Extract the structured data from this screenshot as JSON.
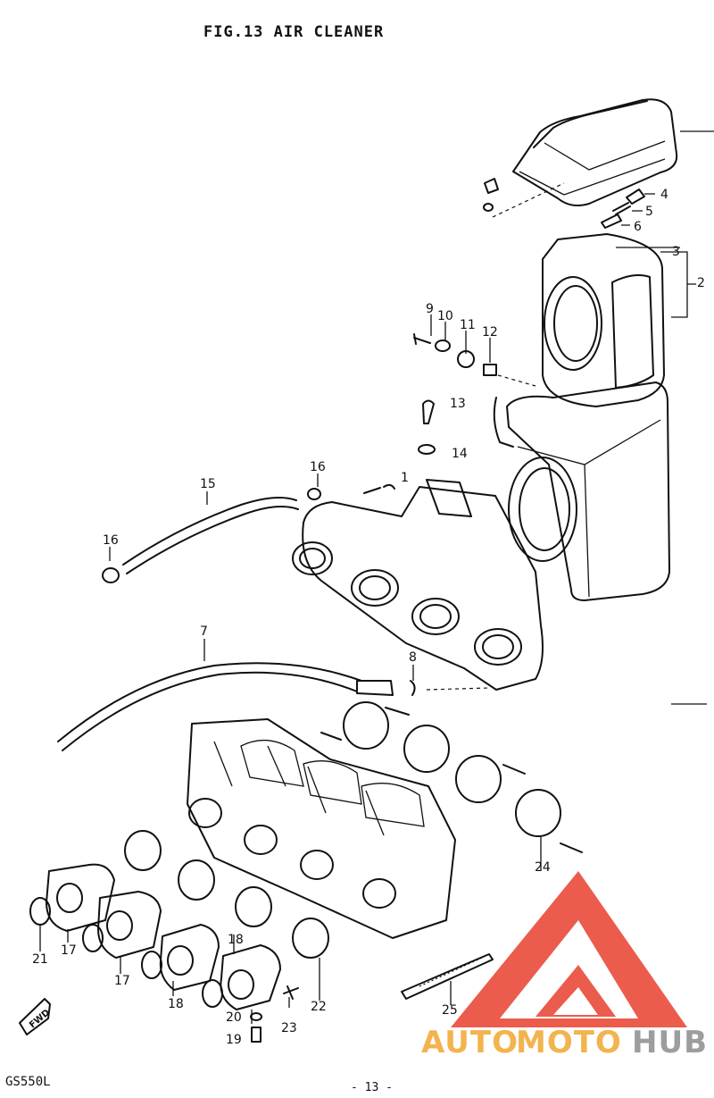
{
  "header": {
    "title": "FIG.13  AIR CLEANER"
  },
  "footer": {
    "ref": "GS550L",
    "page": "- 13 -"
  },
  "direction_label": "FWD",
  "watermark": {
    "brand_a": "AUTO",
    "brand_b": "MOTO",
    "brand_c": "HUB",
    "color_accent": "#e8402e",
    "color_orange": "#f2a62f",
    "color_grey": "#8c8c8c"
  },
  "callouts": {
    "n1": "1",
    "n2": "2",
    "n3": "3",
    "n4": "4",
    "n5": "5",
    "n6": "6",
    "n7": "7",
    "n8": "8",
    "n9": "9",
    "n10": "10",
    "n11": "11",
    "n12": "12",
    "n13": "13",
    "n14": "14",
    "n15": "15",
    "n16a": "16",
    "n16b": "16",
    "n17a": "17",
    "n17b": "17",
    "n18a": "18",
    "n18b": "18",
    "n19": "19",
    "n20": "20",
    "n21": "21",
    "n22": "22",
    "n23": "23",
    "n24": "24",
    "n25": "25"
  }
}
